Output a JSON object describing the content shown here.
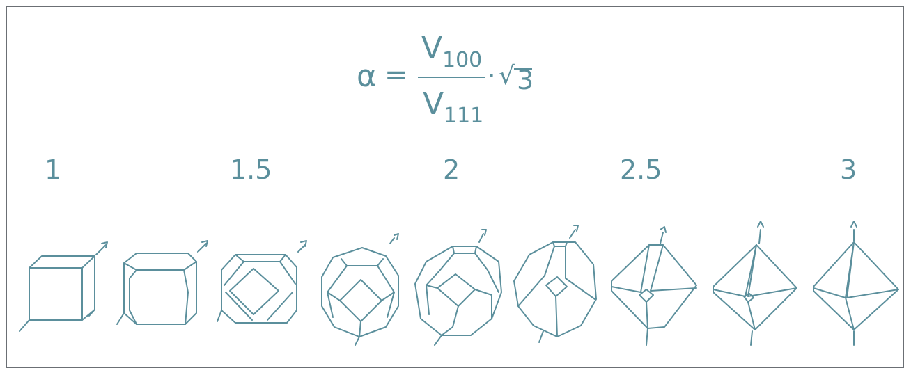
{
  "figure": {
    "formula": {
      "lhs": "α",
      "equals": "=",
      "num_letter": "V",
      "num_sub": "100",
      "den_letter": "V",
      "den_sub": "111",
      "dot": "·",
      "root_sym": "√",
      "root_arg": "3"
    },
    "labels": [
      "1",
      "1.5",
      "2",
      "2.5",
      "3"
    ],
    "colors": {
      "ink": "#5b8f9c",
      "frame": "#6b6f74"
    }
  }
}
